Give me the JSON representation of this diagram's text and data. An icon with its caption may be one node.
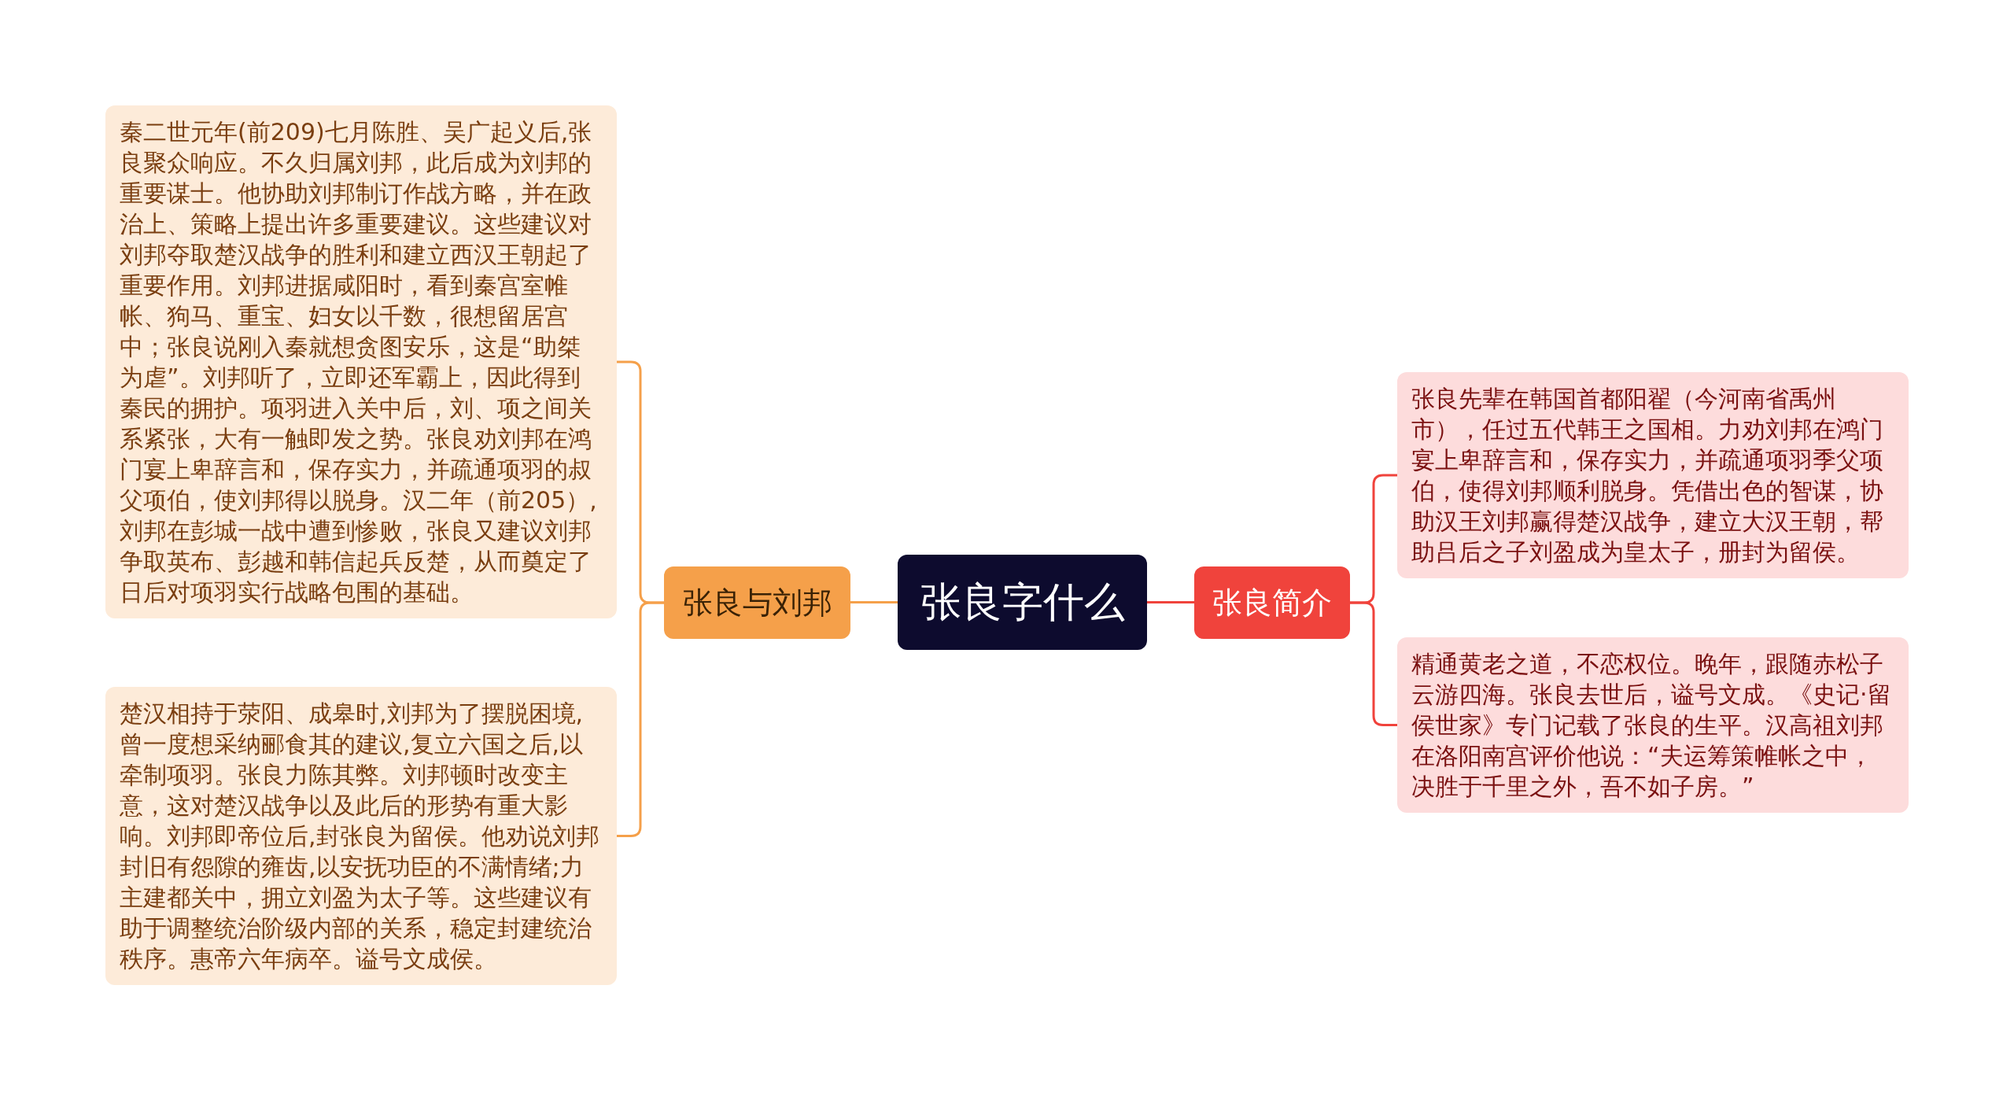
{
  "diagram": {
    "nodes": [
      {
        "text": [
          "张良字什么"
        ]
      },
      {
        "text": [
          "张良与刘邦"
        ]
      },
      {
        "text": [
          "秦二世元年(前209)七月陈胜、吴广起义后,张良聚众响应。不久归属刘邦，此后成为刘邦的重要谋士。他协助刘邦制订作战方略，并在政治上、策略上提出许多重要建议。这些建议对刘邦夺取楚汉战争的胜利和建立西汉王朝起了重要作用。刘邦进据咸阳时，看到秦宫室帷帐、狗马、重宝、妇女以千数，很想留居宫中；张良说刚入秦就想贪图安乐，这是“助桀为虐”。刘邦听了，立即还军霸上，因此得到秦民的拥护。项羽进入关中后，刘、项之间关系紧张，大有一触即发之势。张良劝刘邦在鸿门宴上卑辞言和，保存实力，并疏通项羽的叔父项伯，使刘邦得以脱身。汉二年（前205）,刘邦在彭城一战中遭到惨败，张良又建议刘邦争取英布、彭越和韩信起兵反楚，从而奠定了日后对项羽实行战略包围的基础。"
        ]
      },
      {
        "text": [
          "楚汉相持于荥阳、成皋时,刘邦为了摆脱困境,曾一度想采纳郦食其的建议,复立六国之后,以牵制项羽。张良力陈其弊。刘邦顿时改变主意，这对楚汉战争以及此后的形势有重大影响。刘邦即帝位后,封张良为留侯。他劝说刘邦封旧有怨隙的雍齿,以安抚功臣的不满情绪;力主建都关中，拥立刘盈为太子等。这些建议有助于调整统治阶级内部的关系，稳定封建统治秩序。惠帝六年病卒。谥号文成侯。"
        ]
      },
      {
        "text": [
          "张良简介"
        ]
      },
      {
        "text": [
          "张良先辈在韩国首都阳翟（今河南省禹州市），任过五代韩王之国相。力劝刘邦在鸿门宴上卑辞言和，保存实力，并疏通项羽季父项伯，使得刘邦顺利脱身。凭借出色的智谋，协助汉王刘邦赢得楚汉战争，建立大汉王朝，帮助吕后之子刘盈成为皇太子，册封为留侯。"
        ]
      },
      {
        "text": [
          "精通黄老之道，不恋权位。晚年，跟随赤松子云游四海。张良去世后，谥号文成。《史记·留侯世家》专门记载了张良的生平。汉高祖刘邦在洛阳南宫评价他说：“夫运筹策帷帐之中，决胜于千里之外，吾不如子房。”"
        ]
      }
    ],
    "edges": [
      {
        "from": 0,
        "to": 1,
        "arrow": "none",
        "color": "#f5a04a"
      },
      {
        "from": 1,
        "to": 2,
        "arrow": "none",
        "color": "#f5a04a"
      },
      {
        "from": 1,
        "to": 3,
        "arrow": "none",
        "color": "#f5a04a"
      },
      {
        "from": 0,
        "to": 4,
        "arrow": "none",
        "color": "#f0433c"
      },
      {
        "from": 4,
        "to": 5,
        "arrow": "none",
        "color": "#f0433c"
      },
      {
        "from": 4,
        "to": 6,
        "arrow": "none",
        "color": "#f0433c"
      }
    ]
  }
}
